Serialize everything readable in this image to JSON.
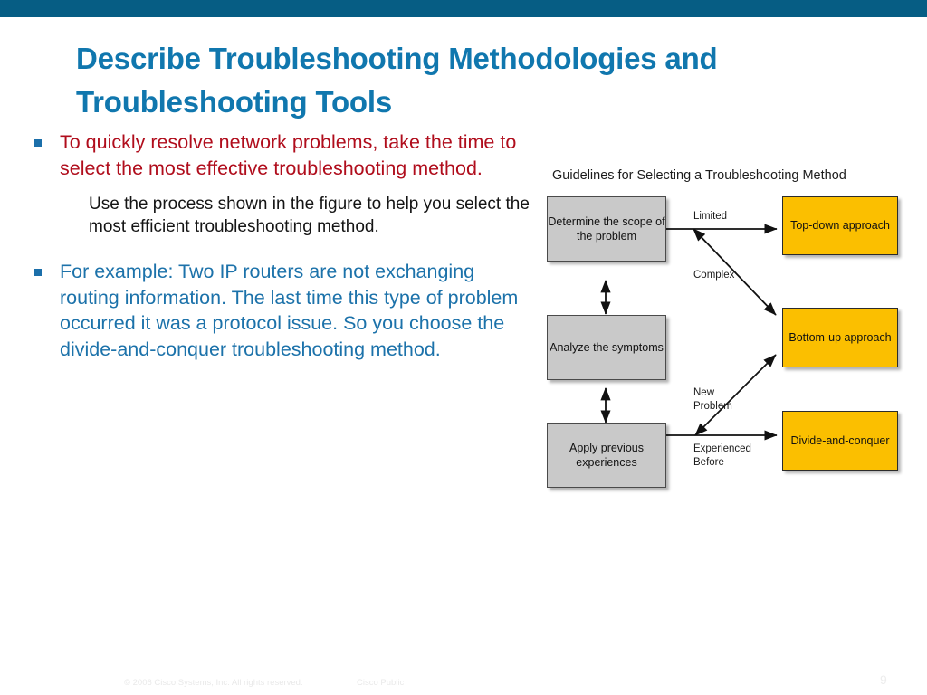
{
  "theme": {
    "accent_bar_color": "#065D84",
    "title_color": "#1077AE",
    "bullet_marker_color": "#1B6FAA",
    "bullet_red_color": "#B00D1C",
    "bullet_blue_color": "#1C72AA",
    "node_gray_color": "#C9C9C9",
    "node_gold_color": "#FBBF00"
  },
  "slide": {
    "title": "Describe Troubleshooting Methodologies and Troubleshooting Tools",
    "bullets": [
      {
        "text": "To quickly resolve network problems, take the time to select the most effective troubleshooting method.",
        "color": "red",
        "marker": "square-bullet"
      },
      {
        "text": "For example: Two IP routers are not exchanging routing information. The last time this type of problem occurred it was a protocol issue. So you choose the divide-and-conquer troubleshooting method.",
        "color": "blue",
        "marker": "square-bullet"
      }
    ],
    "sub_bullet": {
      "text": "Use the process shown in the figure to help you select the most efficient troubleshooting method."
    }
  },
  "figure": {
    "caption": "Guidelines for Selecting a Troubleshooting Method",
    "nodes": [
      {
        "id": "scope",
        "label": "Determine the scope of the problem",
        "style": "gray"
      },
      {
        "id": "analyze",
        "label": "Analyze the symptoms",
        "style": "gray"
      },
      {
        "id": "apply",
        "label": "Apply previous experiences",
        "style": "gray"
      },
      {
        "id": "topdown",
        "label": "Top-down approach",
        "style": "gold"
      },
      {
        "id": "bottomup",
        "label": "Bottom-up approach",
        "style": "gold"
      },
      {
        "id": "divide",
        "label": "Divide-and-conquer",
        "style": "gold"
      }
    ],
    "edge_labels": [
      {
        "id": "limited",
        "text": "Limited"
      },
      {
        "id": "complex",
        "text": "Complex"
      },
      {
        "id": "new-problem",
        "text": "New\nProblem"
      },
      {
        "id": "experienced",
        "text": "Experienced\nBefore"
      }
    ]
  },
  "footer": {
    "copyright": "© 2006 Cisco Systems, Inc. All rights reserved.",
    "classification": "Cisco Public",
    "page_number": "9"
  }
}
